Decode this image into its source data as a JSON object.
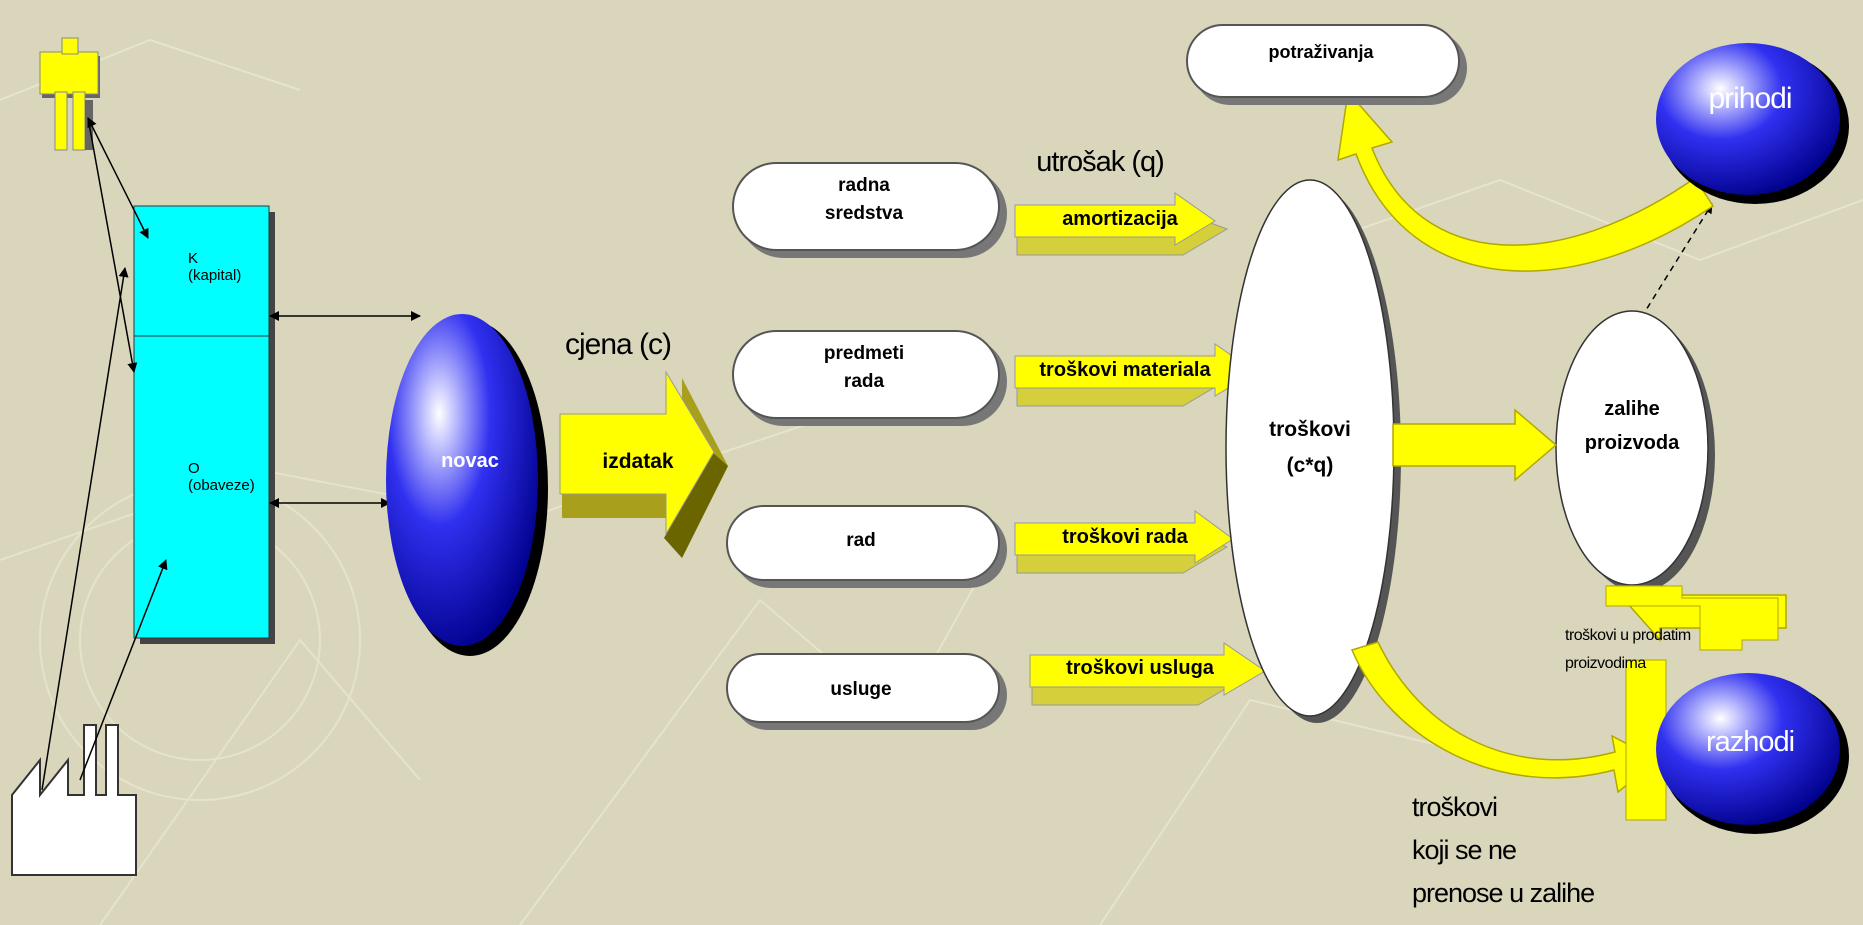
{
  "colors": {
    "background": "#d9d6bc",
    "capital_box": "#00ffff",
    "arrow_yellow": "#ffff00",
    "arrow_shadow": "#b7b000",
    "sphere_blue": "#1c1cf0",
    "sphere_dark": "#000080"
  },
  "icons": {
    "person": "person-icon",
    "factory": "factory-icon"
  },
  "balance": {
    "capital": "K",
    "capital_sub": "(kapital)",
    "liabilities": "O",
    "liabilities_sub": "(obaveze)"
  },
  "money": "novac",
  "price_label": "cjena (c)",
  "expense": "izdatak",
  "inputs": [
    {
      "line1": "radna",
      "line2": "sredstva"
    },
    {
      "line1": "predmeti",
      "line2": "rada"
    },
    {
      "line1": "rad",
      "line2": ""
    },
    {
      "line1": "usluge",
      "line2": ""
    }
  ],
  "usage_label": "utrošak (q)",
  "cost_arrows": [
    "amortizacija",
    "troškovi materiala",
    "troškovi rada",
    "troškovi usluga"
  ],
  "costs": {
    "line1": "troškovi",
    "line2": "(c*q)"
  },
  "inventory": {
    "line1": "zalihe",
    "line2": "proizvoda"
  },
  "receivables": "potraživanja",
  "revenue": "prihodi",
  "expenditure": "razhodi",
  "sold_costs": {
    "line1": "troškovi u prodatim",
    "line2": "proizvodima"
  },
  "non_inventory_costs": {
    "line1": "troškovi",
    "line2": "koji se ne",
    "line3": "prenose u zalihe"
  }
}
